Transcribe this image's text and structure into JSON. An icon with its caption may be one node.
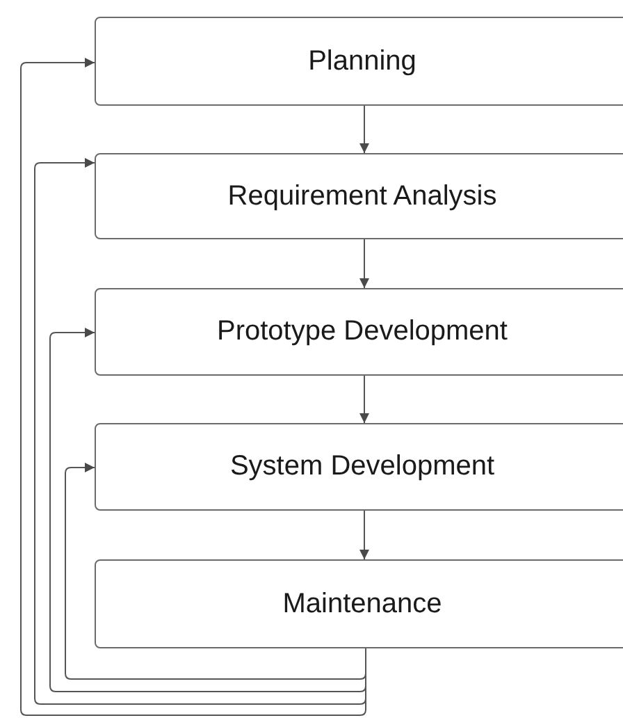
{
  "diagram": {
    "nodes": [
      {
        "text": [
          "Planning"
        ]
      },
      {
        "text": [
          "Requirement Analysis"
        ]
      },
      {
        "text": [
          "Prototype Development"
        ]
      },
      {
        "text": [
          "System Development"
        ]
      },
      {
        "text": [
          "Maintenance"
        ]
      }
    ],
    "edges": [
      {
        "from": 0,
        "to": 1,
        "arrow": "to"
      },
      {
        "from": 1,
        "to": 2,
        "arrow": "to"
      },
      {
        "from": 2,
        "to": 3,
        "arrow": "to"
      },
      {
        "from": 3,
        "to": 4,
        "arrow": "to"
      },
      {
        "from": 4,
        "to": 3,
        "arrow": "to"
      },
      {
        "from": 4,
        "to": 2,
        "arrow": "to"
      },
      {
        "from": 4,
        "to": 1,
        "arrow": "to"
      },
      {
        "from": 4,
        "to": 0,
        "arrow": "to"
      }
    ]
  }
}
